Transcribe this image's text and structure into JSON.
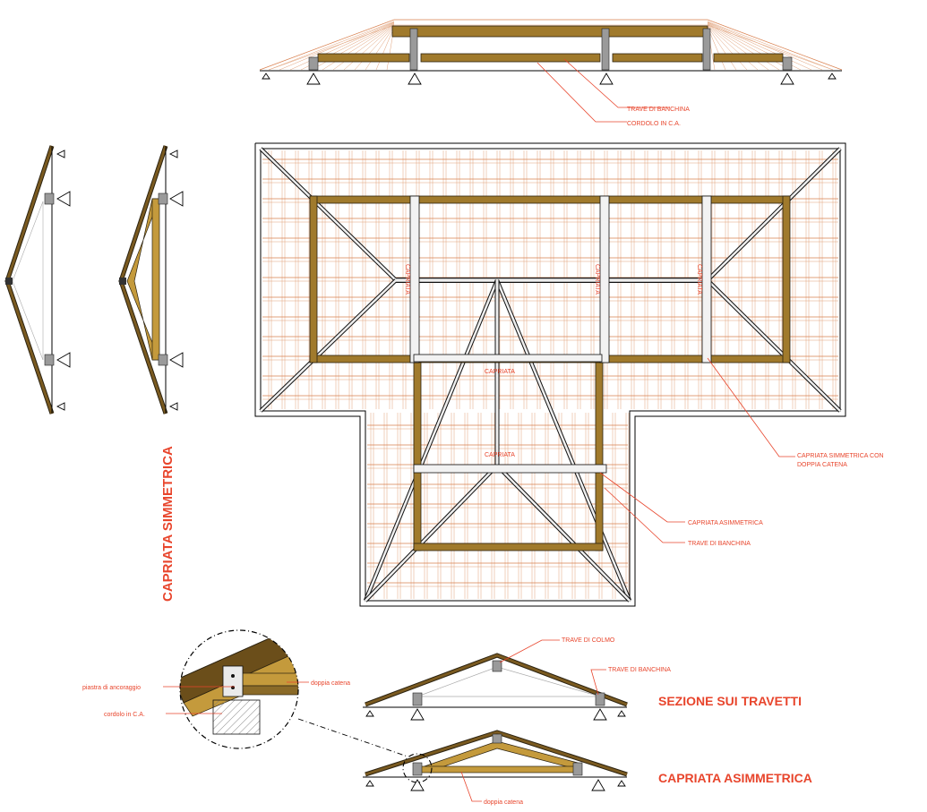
{
  "labels": {
    "elev_trave_banchina": "TRAVE DI BANCHINA",
    "elev_cordolo": "CORDOLO IN C.A.",
    "plan_capriata_1": "CAPRIATA",
    "plan_capriata_2": "CAPRIATA",
    "plan_capriata_3": "CAPRIATA",
    "plan_capriata_center": "CAPRIATA",
    "plan_capriata_lower": "CAPRIATA",
    "capriata_simm_doppia_1": "CAPRIATA SIMMETRICA CON",
    "capriata_simm_doppia_2": "DOPPIA CATENA",
    "capriata_asimm_small": "CAPRIATA ASIMMETRICA",
    "trave_banchina_plan": "TRAVE DI BANCHINA",
    "side_title": "CAPRIATA SIMMETRICA",
    "detail_piastra": "piastra di ancoraggio",
    "detail_doppia": "doppia catena",
    "detail_cordolo": "cordolo in C.A.",
    "sec_trave_colmo": "TRAVE DI COLMO",
    "sec_trave_banchina": "TRAVE DI BANCHINA",
    "sec_title": "SEZIONE SUI TRAVETTI",
    "asym_title": "CAPRIATA ASIMMETRICA",
    "asym_doppia": "doppia catena"
  },
  "colors": {
    "label_red": "#e8452c",
    "timber": "#a07a2c",
    "rafter": "#d9804f"
  }
}
